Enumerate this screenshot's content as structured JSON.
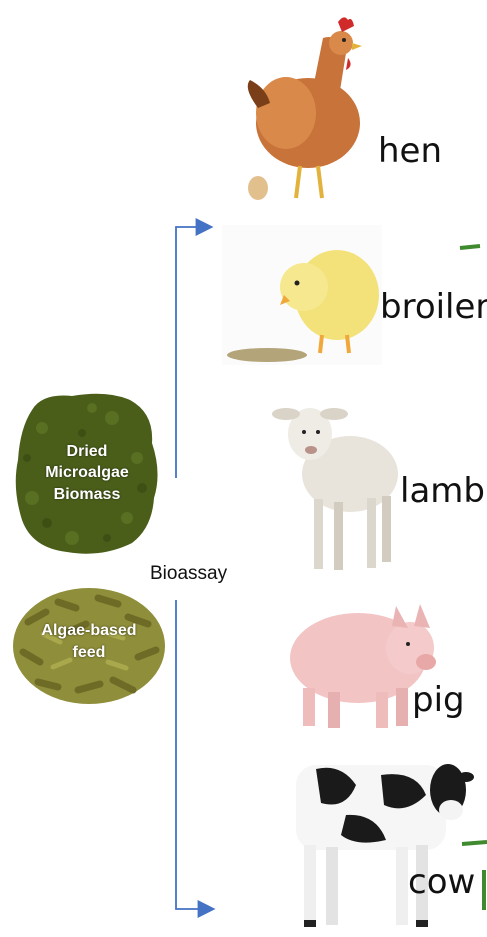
{
  "inputs": {
    "dried_biomass_label": "Dried\nMicroalgae\nBiomass",
    "feed_label": "Algae-based\nfeed"
  },
  "process_label": "Bioassay",
  "animals": [
    {
      "label": "hen"
    },
    {
      "label": "broiler"
    },
    {
      "label": "lamb"
    },
    {
      "label": "pig"
    },
    {
      "label": "cow"
    }
  ],
  "colors": {
    "arrow": "#4472c4",
    "dried_biomass": "#4a5e1a",
    "feed_pellets": "#8f8e3a",
    "side_bracket": "#3f8a2e"
  }
}
